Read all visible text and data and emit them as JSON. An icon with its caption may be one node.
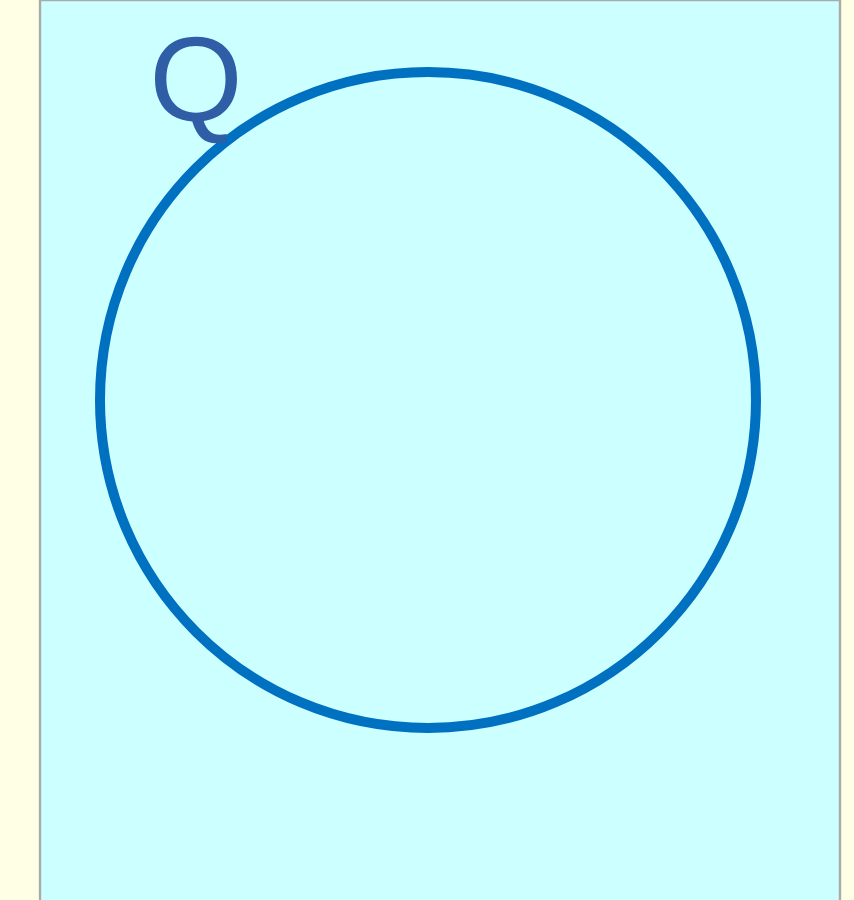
{
  "diagram": {
    "nodes": [
      {
        "text": [],
        "shape": "box"
      },
      {
        "text": [
          "Q"
        ],
        "in": 0
      }
    ]
  }
}
